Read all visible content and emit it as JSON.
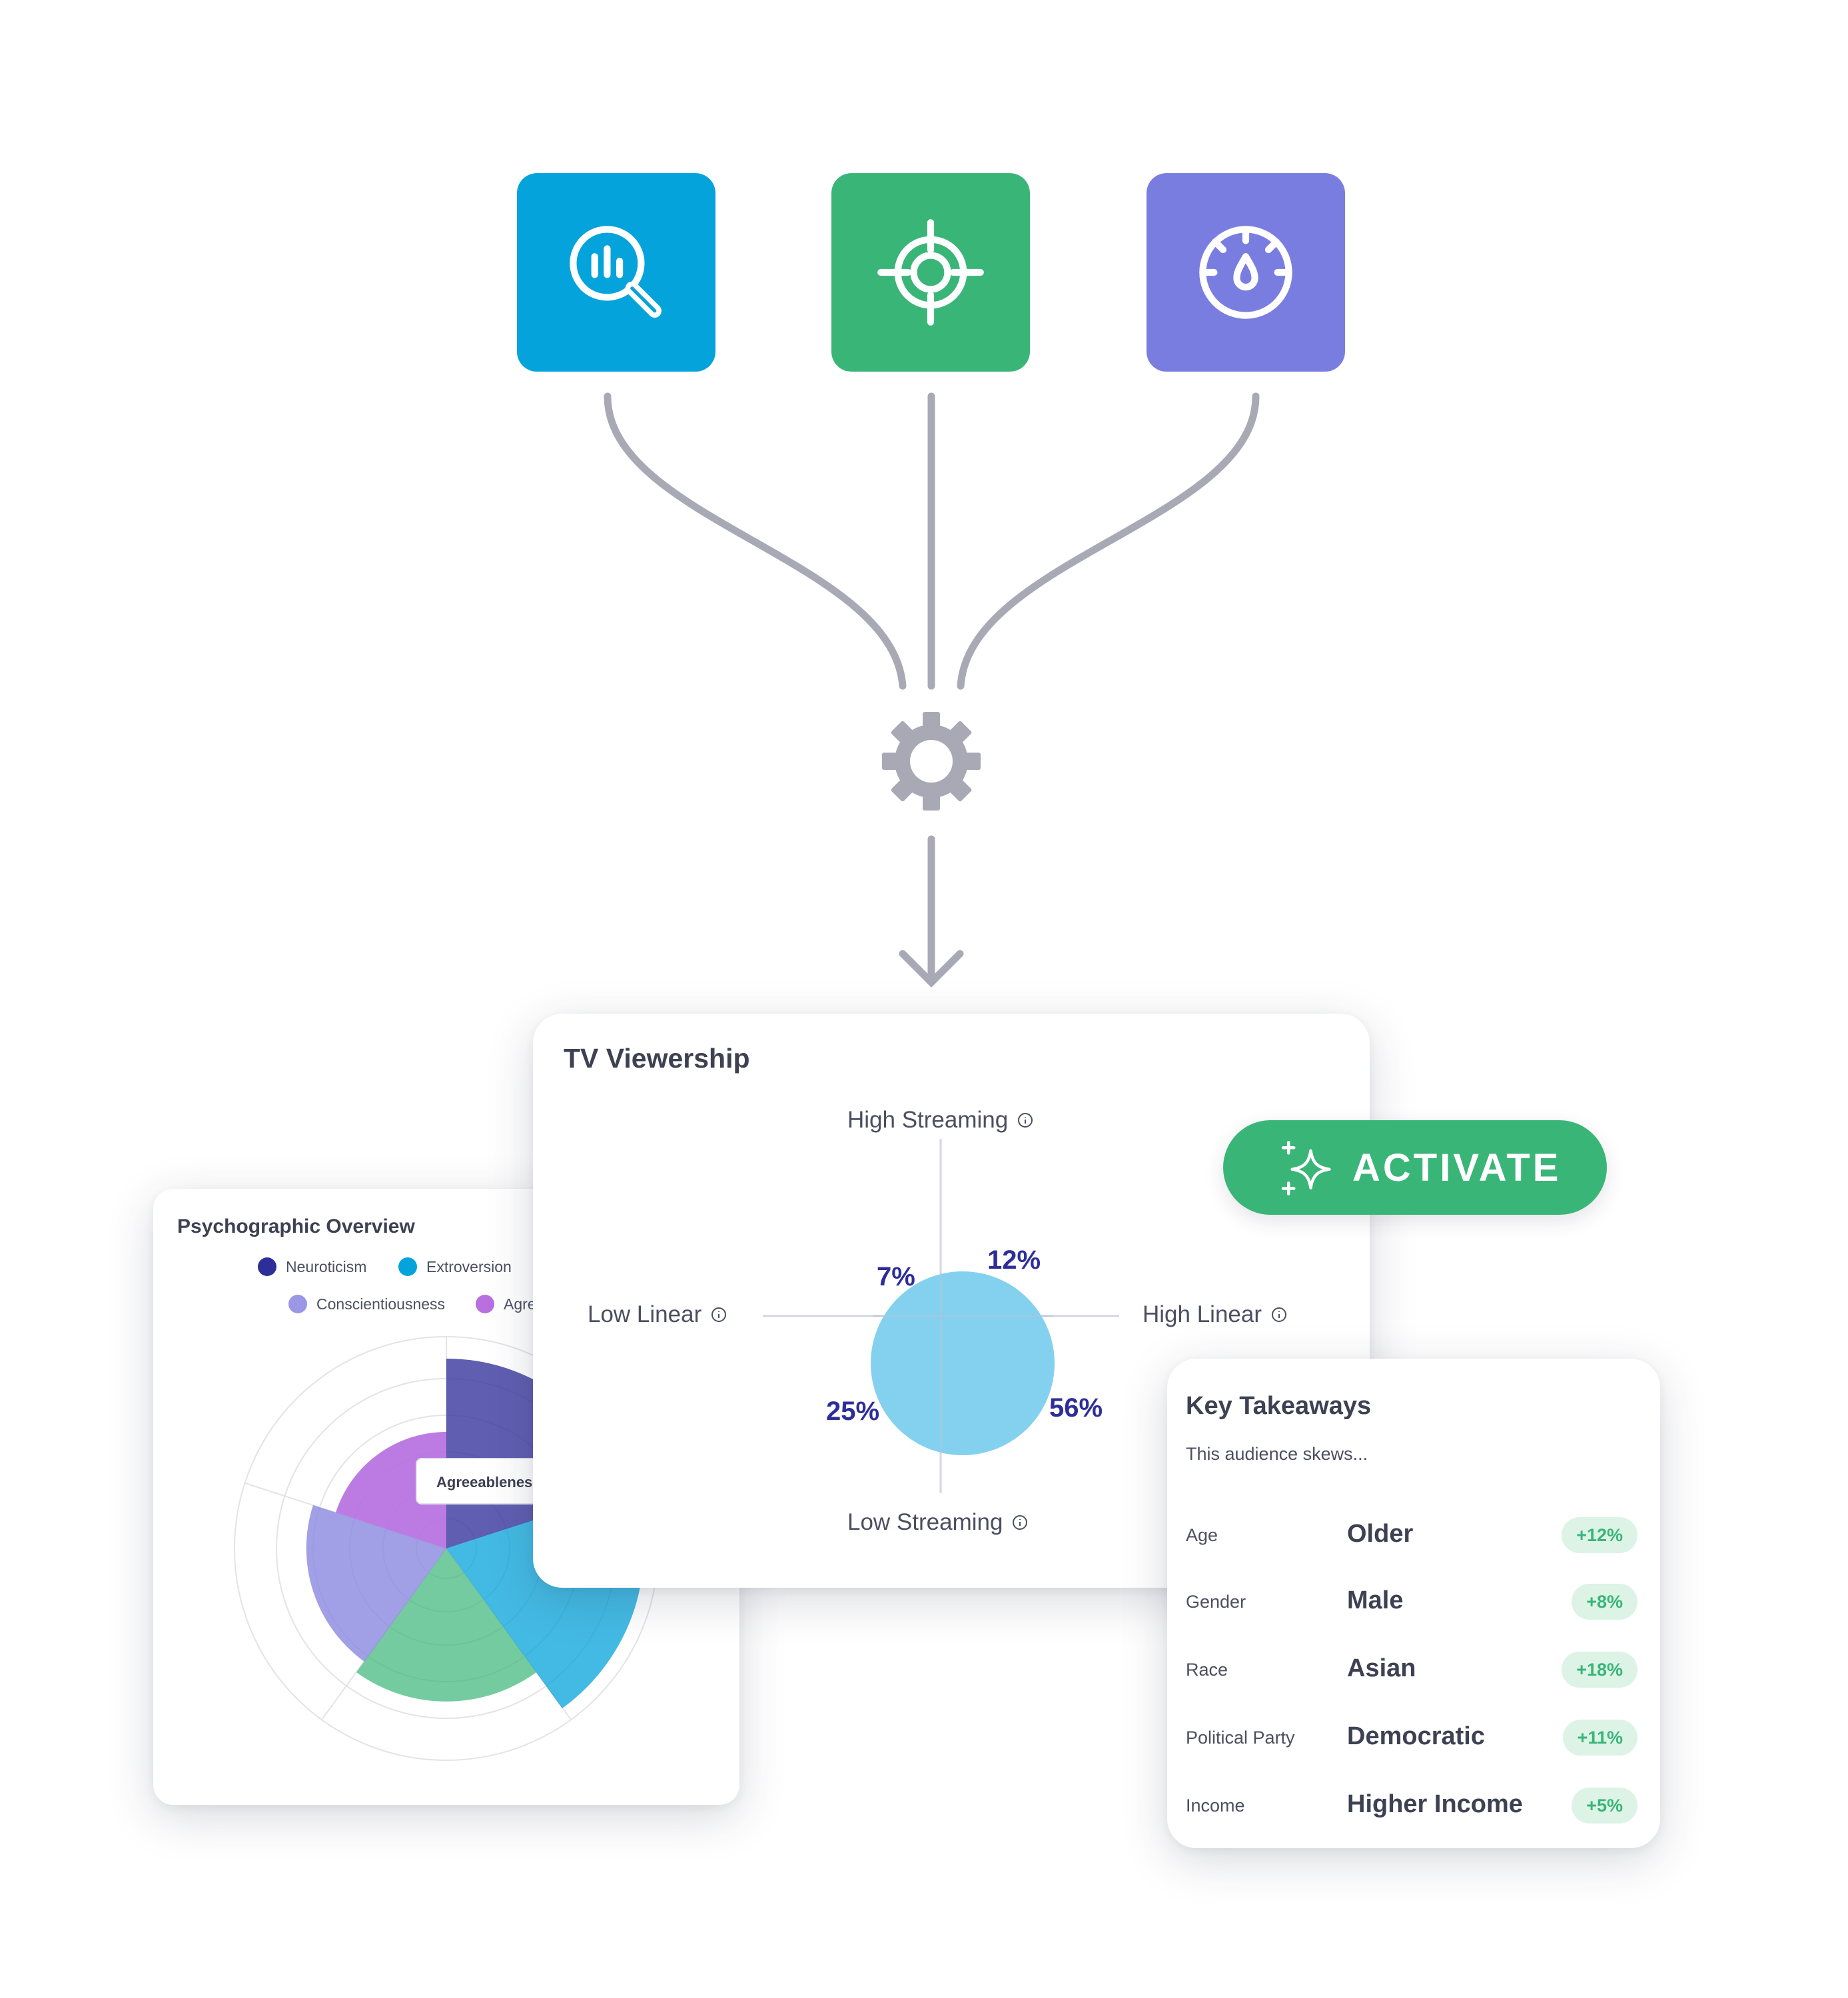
{
  "flow": {
    "tiles": [
      {
        "icon": "search-analytics-icon",
        "color": "#04a3db"
      },
      {
        "icon": "target-crosshair-icon",
        "color": "#3ab578"
      },
      {
        "icon": "gauge-meter-icon",
        "color": "#7a7de0"
      }
    ],
    "hub_icon": "gear-icon",
    "arrow_icon": "arrow-down-icon",
    "connector_color": "#a9a9b6"
  },
  "psychographic": {
    "title": "Psychographic Overview",
    "legend": [
      {
        "label": "Neuroticism",
        "color": "#2e2e9a"
      },
      {
        "label": "Extroversion",
        "color": "#04a3db"
      },
      {
        "label": "Conscientiousness",
        "color": "#9b97e6"
      },
      {
        "label": "Agre",
        "color": "#b86fe0"
      }
    ],
    "tooltip": "Agreeablenes"
  },
  "tv_viewership": {
    "title": "TV Viewership",
    "axes": {
      "top": "High Streaming",
      "bottom": "Low Streaming",
      "left": "Low Linear",
      "right": "High Linear"
    },
    "quadrants": {
      "top_left": "7%",
      "top_right": "12%",
      "bottom_left": "25%",
      "bottom_right": "56%"
    },
    "bubble_color": "#83d1ee",
    "label_color": "#2e2e9a"
  },
  "activate": {
    "label": "ACTIVATE",
    "icon": "sparkle-icon",
    "color": "#3ab578"
  },
  "key_takeaways": {
    "title": "Key Takeaways",
    "subtitle": "This audience skews...",
    "rows": [
      {
        "label": "Age",
        "value": "Older",
        "delta": "+12%"
      },
      {
        "label": "Gender",
        "value": "Male",
        "delta": "+8%"
      },
      {
        "label": "Race",
        "value": "Asian",
        "delta": "+18%"
      },
      {
        "label": "Political Party",
        "value": "Democratic",
        "delta": "+11%"
      },
      {
        "label": "Income",
        "value": "Higher Income",
        "delta": "+5%"
      }
    ]
  }
}
